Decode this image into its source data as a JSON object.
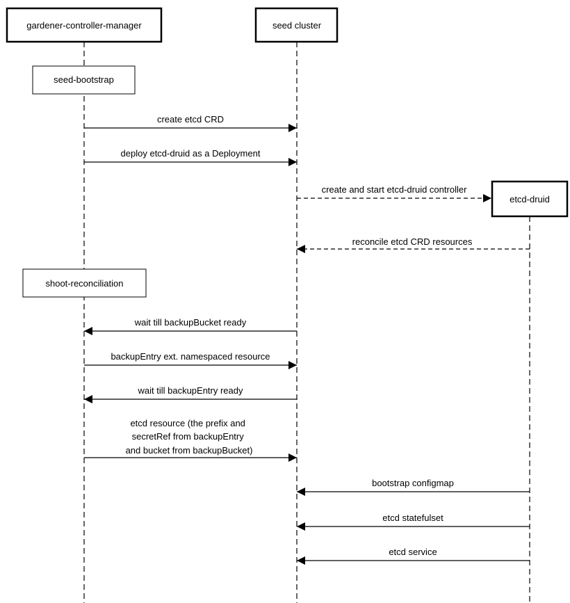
{
  "participants": {
    "gcm": "gardener-controller-manager",
    "seed": "seed cluster",
    "druid": "etcd-druid"
  },
  "activities": {
    "seed_bootstrap": "seed-bootstrap",
    "shoot_reconciliation": "shoot-reconciliation"
  },
  "messages": [
    {
      "from": "gardener-controller-manager",
      "to": "seed cluster",
      "style": "solid",
      "lines": [
        "create etcd CRD"
      ]
    },
    {
      "from": "gardener-controller-manager",
      "to": "seed cluster",
      "style": "solid",
      "lines": [
        "deploy etcd-druid as a Deployment"
      ]
    },
    {
      "from": "seed cluster",
      "to": "etcd-druid",
      "style": "dashed",
      "lines": [
        "create and start etcd-druid controller"
      ]
    },
    {
      "from": "etcd-druid",
      "to": "seed cluster",
      "style": "dashed",
      "lines": [
        "reconcile etcd CRD resources"
      ]
    },
    {
      "from": "seed cluster",
      "to": "gardener-controller-manager",
      "style": "solid",
      "lines": [
        "wait till backupBucket ready"
      ]
    },
    {
      "from": "gardener-controller-manager",
      "to": "seed cluster",
      "style": "solid",
      "lines": [
        "backupEntry ext. namespaced resource"
      ]
    },
    {
      "from": "seed cluster",
      "to": "gardener-controller-manager",
      "style": "solid",
      "lines": [
        "wait till backupEntry ready"
      ]
    },
    {
      "from": "gardener-controller-manager",
      "to": "seed cluster",
      "style": "solid",
      "lines": [
        "etcd resource (the prefix and",
        "secretRef from backupEntry",
        "and bucket from backupBucket)"
      ]
    },
    {
      "from": "etcd-druid",
      "to": "seed cluster",
      "style": "solid",
      "lines": [
        "bootstrap configmap"
      ]
    },
    {
      "from": "etcd-druid",
      "to": "seed cluster",
      "style": "solid",
      "lines": [
        "etcd statefulset"
      ]
    },
    {
      "from": "etcd-druid",
      "to": "seed cluster",
      "style": "solid",
      "lines": [
        "etcd service"
      ]
    }
  ]
}
